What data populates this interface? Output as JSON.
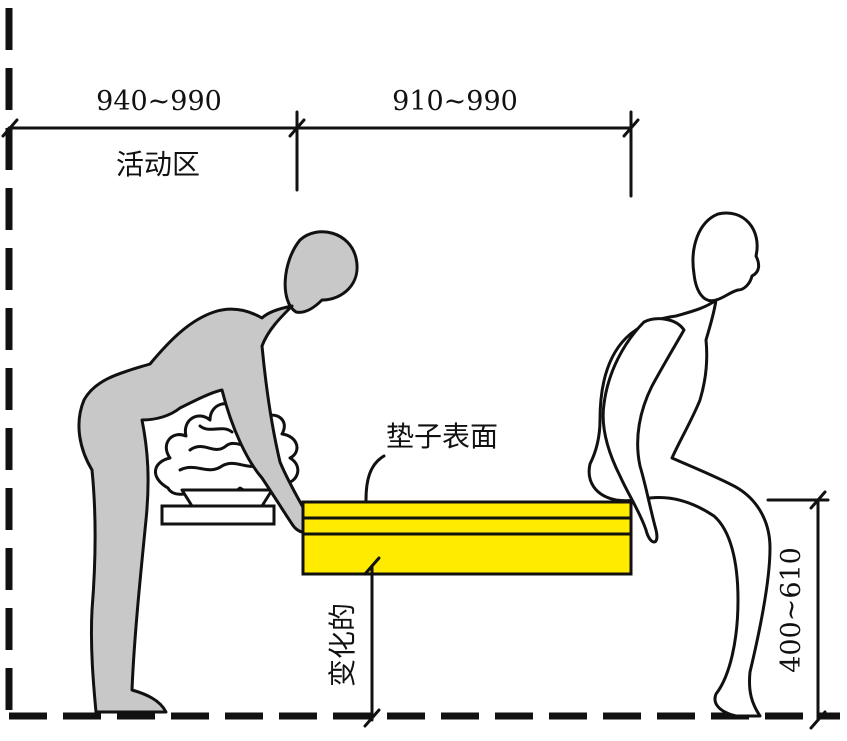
{
  "dimensions": {
    "activity_zone_width": "940~990",
    "pass_width": "910~990",
    "seat_height": "400~610"
  },
  "labels": {
    "activity_zone": "活动区",
    "cushion_surface": "垫子表面",
    "variable": "变化的"
  },
  "colors": {
    "cushion": "#ffeb00",
    "standing_person": "#c8c8c8",
    "sitting_person": "#ffffff",
    "lines": "#111111"
  },
  "icons": [
    "wall-dashed-line",
    "floor-dashed-line",
    "standing-person-icon",
    "sitting-person-icon",
    "plant-icon",
    "side-table-icon",
    "cushion-sofa-icon"
  ]
}
